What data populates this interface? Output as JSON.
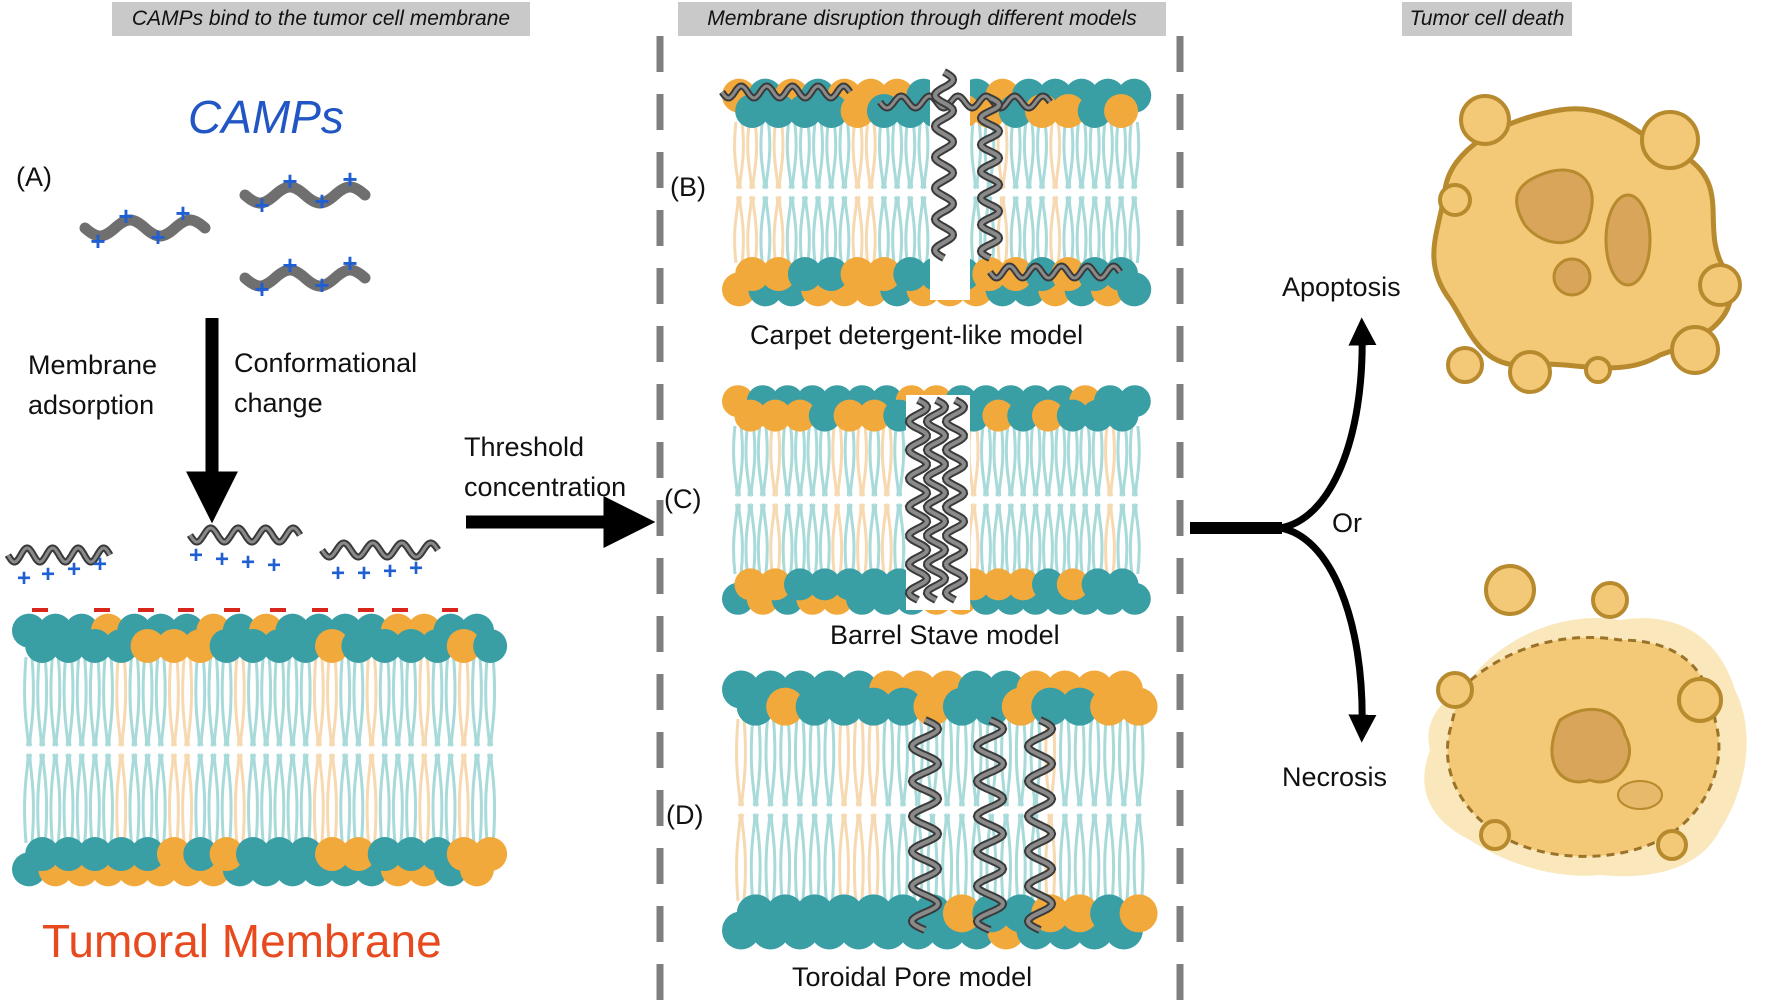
{
  "headers": {
    "left": "CAMPs bind to the tumor cell membrane",
    "middle": "Membrane disruption through different models",
    "right": "Tumor cell death"
  },
  "labels": {
    "camps": "CAMPs",
    "panel_a": "(A)",
    "panel_b": "(B)",
    "panel_c": "(C)",
    "panel_d": "(D)",
    "membrane_adsorption_1": "Membrane",
    "membrane_adsorption_2": "adsorption",
    "conformational_1": "Conformational",
    "conformational_2": "change",
    "threshold_1": "Threshold",
    "threshold_2": "concentration",
    "tumoral_membrane": "Tumoral Membrane",
    "carpet_model": "Carpet detergent-like model",
    "barrel_model": "Barrel Stave model",
    "toroidal_model": "Toroidal Pore model",
    "apoptosis": "Apoptosis",
    "or": "Or",
    "necrosis": "Necrosis"
  },
  "charges": {
    "positive": "+",
    "negative": "-"
  },
  "colors": {
    "lipid_teal": "#3a9ea5",
    "lipid_orange": "#f2a93b",
    "tail_teal": "#a8dada",
    "tail_orange": "#f6d9b0",
    "peptide_gray": "#6f6f6f",
    "positive_charge": "#1f5fd1",
    "negative_charge": "#d9261c",
    "camps_title": "#2256c5",
    "tumoral_title": "#e84a1f",
    "cell_fill": "#f3c978",
    "cell_outline": "#b88a2e",
    "header_bg": "#c9c9c9"
  },
  "icons": [
    "peptide-helix",
    "lipid-bilayer",
    "arrow",
    "apoptotic-cell",
    "necrotic-cell",
    "dashed-divider"
  ]
}
